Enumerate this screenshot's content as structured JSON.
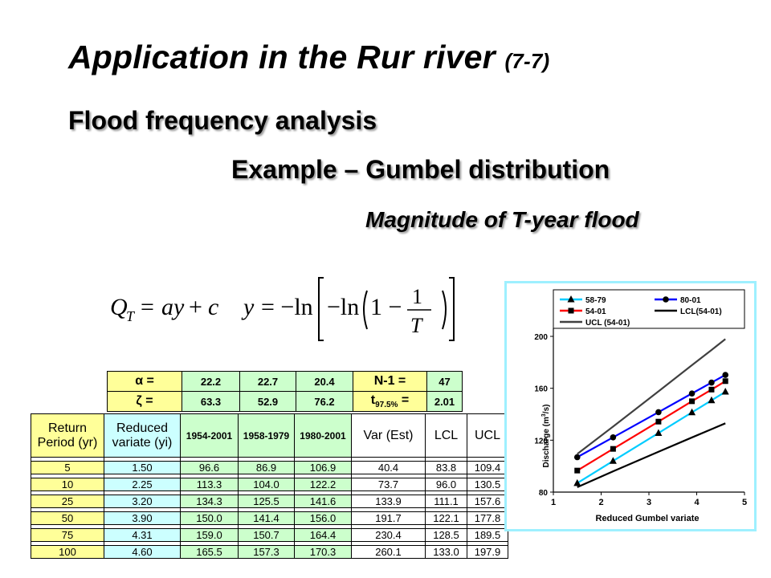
{
  "slide": {
    "title_main": "Application in the Rur river",
    "title_suffix": "(7-7)",
    "heading1": "Flood frequency analysis",
    "heading2": "Example – Gumbel distribution",
    "heading3": "Magnitude of T-year flood"
  },
  "params": {
    "rows": [
      {
        "label": "α =",
        "v1": "22.2",
        "v2": "22.7",
        "v3": "20.4",
        "label2": "N-1 =",
        "v4": "47"
      },
      {
        "label": "ζ =",
        "v1": "63.3",
        "v2": "52.9",
        "v3": "76.2",
        "label2_main": "t",
        "label2_sub": "97.5%",
        "label2_end": " =",
        "v4": "2.01"
      }
    ]
  },
  "table": {
    "headers": [
      "Return Period (yr)",
      "Reduced variate (yi)",
      "1954-2001",
      "1958-1979",
      "1980-2001",
      "Var (Est)",
      "LCL",
      "UCL"
    ],
    "rows": [
      [
        "5",
        "1.50",
        "96.6",
        "86.9",
        "106.9",
        "40.4",
        "83.8",
        "109.4"
      ],
      [
        "10",
        "2.25",
        "113.3",
        "104.0",
        "122.2",
        "73.7",
        "96.0",
        "130.5"
      ],
      [
        "25",
        "3.20",
        "134.3",
        "125.5",
        "141.6",
        "133.9",
        "111.1",
        "157.6"
      ],
      [
        "50",
        "3.90",
        "150.0",
        "141.4",
        "156.0",
        "191.7",
        "122.1",
        "177.8"
      ],
      [
        "75",
        "4.31",
        "159.0",
        "150.7",
        "164.4",
        "230.4",
        "128.5",
        "189.5"
      ],
      [
        "100",
        "4.60",
        "165.5",
        "157.3",
        "170.3",
        "260.1",
        "133.0",
        "197.9"
      ]
    ]
  },
  "chart_data": {
    "type": "line",
    "xlabel": "Reduced Gumbel variate",
    "ylabel_main": "Discharge (m",
    "ylabel_sup": "3",
    "ylabel_end": "/s)",
    "xlim": [
      1,
      5
    ],
    "ylim": [
      80,
      200
    ],
    "xticks": [
      1,
      2,
      3,
      4,
      5
    ],
    "yticks": [
      80,
      120,
      160,
      200
    ],
    "x": [
      1.5,
      2.25,
      3.2,
      3.9,
      4.31,
      4.6
    ],
    "series": [
      {
        "name": "58-79",
        "color": "#00ccff",
        "marker": "triangle",
        "values": [
          86.9,
          104.0,
          125.5,
          141.4,
          150.7,
          157.3
        ]
      },
      {
        "name": "80-01",
        "color": "#0000ff",
        "marker": "circle",
        "values": [
          106.9,
          122.2,
          141.6,
          156.0,
          164.4,
          170.3
        ]
      },
      {
        "name": "54-01",
        "color": "#ff0000",
        "marker": "square",
        "values": [
          96.6,
          113.3,
          134.3,
          150.0,
          159.0,
          165.5
        ]
      },
      {
        "name": "LCL(54-01)",
        "color": "#000000",
        "marker": "none",
        "values": [
          83.8,
          96.0,
          111.1,
          122.1,
          128.5,
          133.0
        ]
      },
      {
        "name": "UCL (54-01)",
        "color": "#404040",
        "marker": "none",
        "values": [
          109.4,
          130.5,
          157.6,
          177.8,
          189.5,
          197.9
        ]
      }
    ],
    "legend": "top"
  }
}
